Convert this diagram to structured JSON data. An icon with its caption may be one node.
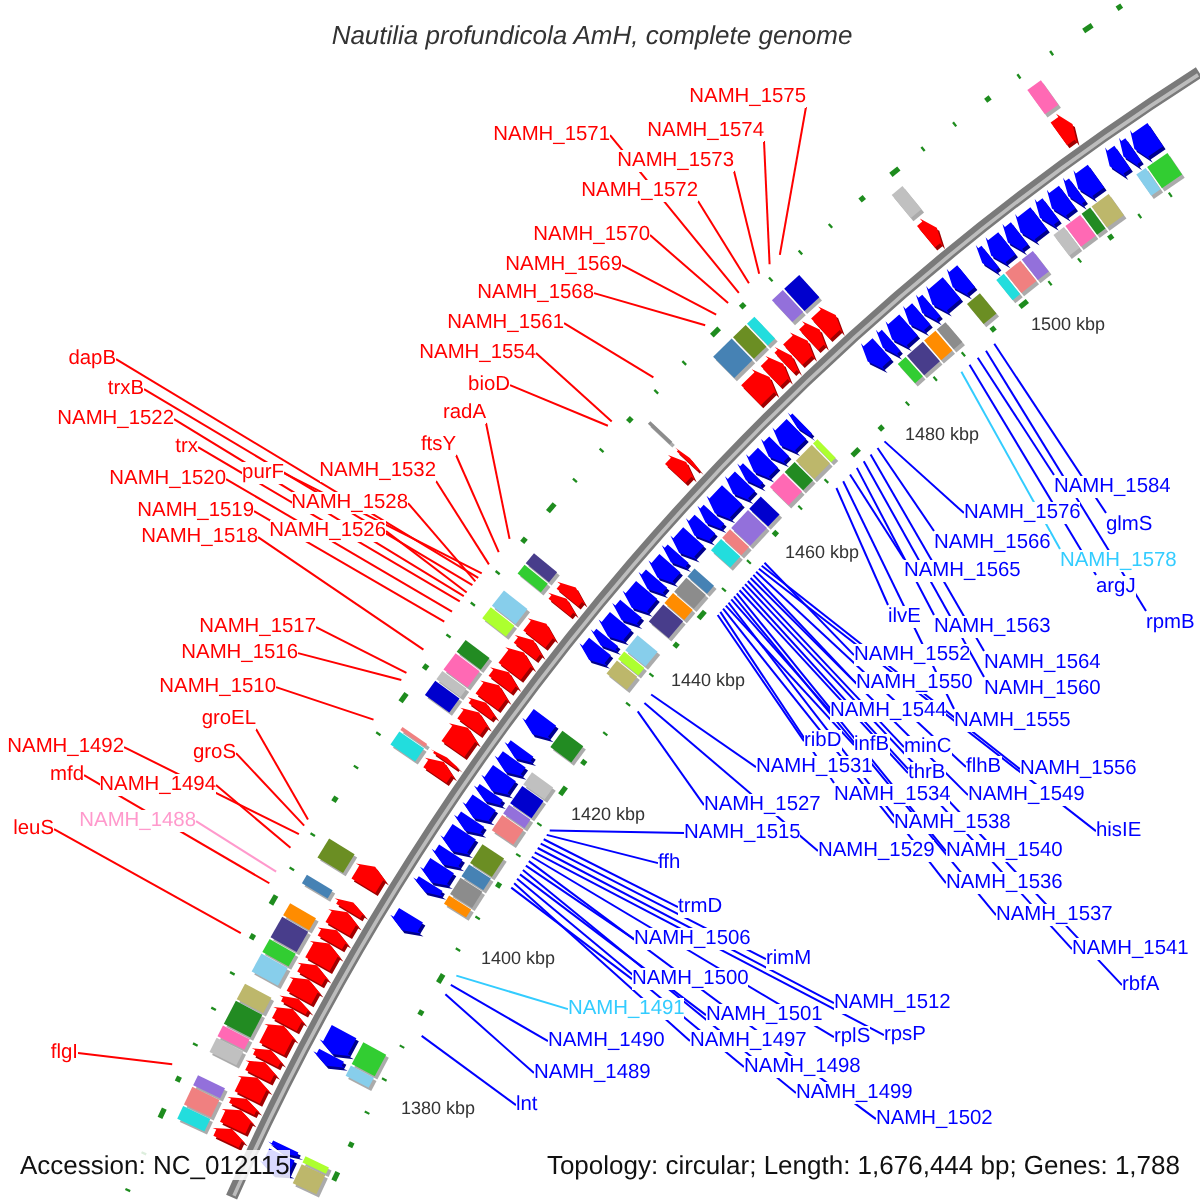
{
  "diagram": {
    "title": "Nautilia profundicola AmH, complete genome",
    "nodes": [
      {
        "text": [
          "NAMH_1575"
        ]
      },
      {
        "text": [
          "NAMH_1571"
        ]
      },
      {
        "text": [
          "NAMH_1574"
        ]
      },
      {
        "text": [
          "NAMH_1573"
        ]
      },
      {
        "text": [
          "NAMH_1572"
        ]
      },
      {
        "text": [
          "NAMH_1570"
        ]
      },
      {
        "text": [
          "NAMH_1569"
        ]
      },
      {
        "text": [
          "NAMH_1568"
        ]
      },
      {
        "text": [
          "NAMH_1561"
        ]
      },
      {
        "text": [
          "NAMH_1554"
        ]
      },
      {
        "text": [
          "bioD"
        ]
      },
      {
        "text": [
          "radA"
        ]
      },
      {
        "text": [
          "ftsY"
        ]
      },
      {
        "text": [
          "NAMH_1532"
        ]
      },
      {
        "text": [
          "dapB"
        ]
      },
      {
        "text": [
          "trxB"
        ]
      },
      {
        "text": [
          "NAMH_1522"
        ]
      },
      {
        "text": [
          "trx"
        ]
      },
      {
        "text": [
          "purF"
        ]
      },
      {
        "text": [
          "NAMH_1520"
        ]
      },
      {
        "text": [
          "NAMH_1528"
        ]
      },
      {
        "text": [
          "NAMH_1519"
        ]
      },
      {
        "text": [
          "NAMH_1526"
        ]
      },
      {
        "text": [
          "NAMH_1518"
        ]
      },
      {
        "text": [
          "NAMH_1517"
        ]
      },
      {
        "text": [
          "NAMH_1516"
        ]
      },
      {
        "text": [
          "NAMH_1510"
        ]
      },
      {
        "text": [
          "groEL"
        ]
      },
      {
        "text": [
          "NAMH_1492"
        ]
      },
      {
        "text": [
          "groS"
        ]
      },
      {
        "text": [
          "mfd"
        ]
      },
      {
        "text": [
          "NAMH_1494"
        ]
      },
      {
        "text": [
          "NAMH_1488"
        ]
      },
      {
        "text": [
          "leuS"
        ]
      },
      {
        "text": [
          "flgI"
        ]
      },
      {
        "text": [
          "NAMH_1584"
        ]
      },
      {
        "text": [
          "NAMH_1576"
        ]
      },
      {
        "text": [
          "glmS"
        ]
      },
      {
        "text": [
          "NAMH_1566"
        ]
      },
      {
        "text": [
          "NAMH_1578"
        ]
      },
      {
        "text": [
          "argJ"
        ]
      },
      {
        "text": [
          "NAMH_1565"
        ]
      },
      {
        "text": [
          "rpmB"
        ]
      },
      {
        "text": [
          "ilvE"
        ]
      },
      {
        "text": [
          "NAMH_1563"
        ]
      },
      {
        "text": [
          "NAMH_1552"
        ]
      },
      {
        "text": [
          "NAMH_1564"
        ]
      },
      {
        "text": [
          "NAMH_1550"
        ]
      },
      {
        "text": [
          "NAMH_1560"
        ]
      },
      {
        "text": [
          "NAMH_1544"
        ]
      },
      {
        "text": [
          "NAMH_1555"
        ]
      },
      {
        "text": [
          "ribD"
        ]
      },
      {
        "text": [
          "infB"
        ]
      },
      {
        "text": [
          "minC"
        ]
      },
      {
        "text": [
          "flhB"
        ]
      },
      {
        "text": [
          "NAMH_1556"
        ]
      },
      {
        "text": [
          "NAMH_1531"
        ]
      },
      {
        "text": [
          "thrB"
        ]
      },
      {
        "text": [
          "NAMH_1549"
        ]
      },
      {
        "text": [
          "NAMH_1527"
        ]
      },
      {
        "text": [
          "NAMH_1534"
        ]
      },
      {
        "text": [
          "hisIE"
        ]
      },
      {
        "text": [
          "NAMH_1538"
        ]
      },
      {
        "text": [
          "NAMH_1515"
        ]
      },
      {
        "text": [
          "NAMH_1540"
        ]
      },
      {
        "text": [
          "NAMH_1529"
        ]
      },
      {
        "text": [
          "ffh"
        ]
      },
      {
        "text": [
          "NAMH_1536"
        ]
      },
      {
        "text": [
          "NAMH_1537"
        ]
      },
      {
        "text": [
          "trmD"
        ]
      },
      {
        "text": [
          "NAMH_1541"
        ]
      },
      {
        "text": [
          "NAMH_1506"
        ]
      },
      {
        "text": [
          "rimM"
        ]
      },
      {
        "text": [
          "rbfA"
        ]
      },
      {
        "text": [
          "NAMH_1500"
        ]
      },
      {
        "text": [
          "NAMH_1512"
        ]
      },
      {
        "text": [
          "NAMH_1491"
        ]
      },
      {
        "text": [
          "NAMH_1501"
        ]
      },
      {
        "text": [
          "NAMH_1490"
        ]
      },
      {
        "text": [
          "NAMH_1497"
        ]
      },
      {
        "text": [
          "rplS"
        ]
      },
      {
        "text": [
          "rpsP"
        ]
      },
      {
        "text": [
          "NAMH_1498"
        ]
      },
      {
        "text": [
          "NAMH_1489"
        ]
      },
      {
        "text": [
          "NAMH_1499"
        ]
      },
      {
        "text": [
          "lnt"
        ]
      },
      {
        "text": [
          "NAMH_1502"
        ]
      }
    ],
    "edges": [
      {
        "from": 0,
        "to": null,
        "arrow": "none",
        "color": "#ff0000"
      },
      {
        "from": 1,
        "to": null,
        "arrow": "none",
        "color": "#ff0000"
      },
      {
        "from": 2,
        "to": null,
        "arrow": "none",
        "color": "#ff0000"
      },
      {
        "from": 3,
        "to": null,
        "arrow": "none",
        "color": "#ff0000"
      },
      {
        "from": 4,
        "to": null,
        "arrow": "none",
        "color": "#ff0000"
      },
      {
        "from": 5,
        "to": null,
        "arrow": "none",
        "color": "#ff0000"
      },
      {
        "from": 6,
        "to": null,
        "arrow": "none",
        "color": "#ff0000"
      },
      {
        "from": 7,
        "to": null,
        "arrow": "none",
        "color": "#ff0000"
      },
      {
        "from": 8,
        "to": null,
        "arrow": "none",
        "color": "#ff0000"
      },
      {
        "from": 9,
        "to": null,
        "arrow": "none",
        "color": "#ff0000"
      },
      {
        "from": 10,
        "to": null,
        "arrow": "none",
        "color": "#ff0000"
      },
      {
        "from": 11,
        "to": null,
        "arrow": "none",
        "color": "#ff0000"
      },
      {
        "from": 12,
        "to": null,
        "arrow": "none",
        "color": "#ff0000"
      },
      {
        "from": 13,
        "to": null,
        "arrow": "none",
        "color": "#ff0000"
      },
      {
        "from": 14,
        "to": null,
        "arrow": "none",
        "color": "#ff0000"
      },
      {
        "from": 15,
        "to": null,
        "arrow": "none",
        "color": "#ff0000"
      },
      {
        "from": 16,
        "to": null,
        "arrow": "none",
        "color": "#ff0000"
      },
      {
        "from": 17,
        "to": null,
        "arrow": "none",
        "color": "#ff0000"
      },
      {
        "from": 18,
        "to": null,
        "arrow": "none",
        "color": "#ff0000"
      },
      {
        "from": 19,
        "to": null,
        "arrow": "none",
        "color": "#ff0000"
      },
      {
        "from": 20,
        "to": null,
        "arrow": "none",
        "color": "#ff0000"
      },
      {
        "from": 21,
        "to": null,
        "arrow": "none",
        "color": "#ff0000"
      },
      {
        "from": 22,
        "to": null,
        "arrow": "none",
        "color": "#ff0000"
      },
      {
        "from": 23,
        "to": null,
        "arrow": "none",
        "color": "#ff0000"
      },
      {
        "from": 24,
        "to": null,
        "arrow": "none",
        "color": "#ff0000"
      },
      {
        "from": 25,
        "to": null,
        "arrow": "none",
        "color": "#ff0000"
      },
      {
        "from": 26,
        "to": null,
        "arrow": "none",
        "color": "#ff0000"
      },
      {
        "from": 27,
        "to": null,
        "arrow": "none",
        "color": "#ff0000"
      },
      {
        "from": 28,
        "to": null,
        "arrow": "none",
        "color": "#ff0000"
      },
      {
        "from": 29,
        "to": null,
        "arrow": "none",
        "color": "#ff0000"
      },
      {
        "from": 30,
        "to": null,
        "arrow": "none",
        "color": "#ff0000"
      },
      {
        "from": 31,
        "to": null,
        "arrow": "none",
        "color": "#ff0000"
      },
      {
        "from": 32,
        "to": null,
        "arrow": "none",
        "color": "#ff99cc"
      },
      {
        "from": 33,
        "to": null,
        "arrow": "none",
        "color": "#ff0000"
      },
      {
        "from": 34,
        "to": null,
        "arrow": "none",
        "color": "#ff0000"
      },
      {
        "from": 35,
        "to": null,
        "arrow": "none"
      },
      {
        "from": 36,
        "to": null,
        "arrow": "none"
      },
      {
        "from": 37,
        "to": null,
        "arrow": "none"
      },
      {
        "from": 38,
        "to": null,
        "arrow": "none"
      },
      {
        "from": 39,
        "to": null,
        "arrow": "none",
        "color": "#33ccff"
      },
      {
        "from": 40,
        "to": null,
        "arrow": "none"
      },
      {
        "from": 41,
        "to": null,
        "arrow": "none"
      },
      {
        "from": 42,
        "to": null,
        "arrow": "none"
      },
      {
        "from": 43,
        "to": null,
        "arrow": "none"
      },
      {
        "from": 44,
        "to": null,
        "arrow": "none"
      },
      {
        "from": 45,
        "to": null,
        "arrow": "none"
      },
      {
        "from": 46,
        "to": null,
        "arrow": "none"
      },
      {
        "from": 47,
        "to": null,
        "arrow": "none"
      },
      {
        "from": 48,
        "to": null,
        "arrow": "none"
      },
      {
        "from": 49,
        "to": null,
        "arrow": "none"
      },
      {
        "from": 50,
        "to": null,
        "arrow": "none"
      },
      {
        "from": 51,
        "to": null,
        "arrow": "none"
      },
      {
        "from": 52,
        "to": null,
        "arrow": "none"
      },
      {
        "from": 53,
        "to": null,
        "arrow": "none"
      },
      {
        "from": 54,
        "to": null,
        "arrow": "none"
      },
      {
        "from": 55,
        "to": null,
        "arrow": "none"
      },
      {
        "from": 56,
        "to": null,
        "arrow": "none"
      },
      {
        "from": 57,
        "to": null,
        "arrow": "none"
      },
      {
        "from": 58,
        "to": null,
        "arrow": "none"
      },
      {
        "from": 59,
        "to": null,
        "arrow": "none"
      },
      {
        "from": 60,
        "to": null,
        "arrow": "none"
      },
      {
        "from": 61,
        "to": null,
        "arrow": "none"
      },
      {
        "from": 62,
        "to": null,
        "arrow": "none"
      },
      {
        "from": 63,
        "to": null,
        "arrow": "none"
      },
      {
        "from": 64,
        "to": null,
        "arrow": "none"
      },
      {
        "from": 65,
        "to": null,
        "arrow": "none"
      },
      {
        "from": 66,
        "to": null,
        "arrow": "none"
      },
      {
        "from": 67,
        "to": null,
        "arrow": "none"
      },
      {
        "from": 68,
        "to": null,
        "arrow": "none"
      },
      {
        "from": 69,
        "to": null,
        "arrow": "none"
      },
      {
        "from": 70,
        "to": null,
        "arrow": "none"
      },
      {
        "from": 71,
        "to": null,
        "arrow": "none"
      },
      {
        "from": 72,
        "to": null,
        "arrow": "none"
      },
      {
        "from": 73,
        "to": null,
        "arrow": "none"
      },
      {
        "from": 74,
        "to": null,
        "arrow": "none"
      },
      {
        "from": 75,
        "to": null,
        "arrow": "none"
      },
      {
        "from": 76,
        "to": null,
        "arrow": "none",
        "color": "#33ccff"
      },
      {
        "from": 77,
        "to": null,
        "arrow": "none"
      },
      {
        "from": 78,
        "to": null,
        "arrow": "none"
      },
      {
        "from": 79,
        "to": null,
        "arrow": "none"
      },
      {
        "from": 80,
        "to": null,
        "arrow": "none"
      },
      {
        "from": 81,
        "to": null,
        "arrow": "none"
      },
      {
        "from": 82,
        "to": null,
        "arrow": "none"
      },
      {
        "from": 83,
        "to": null,
        "arrow": "none"
      },
      {
        "from": 84,
        "to": null,
        "arrow": "none"
      },
      {
        "from": 85,
        "to": null,
        "arrow": "none"
      },
      {
        "from": 86,
        "to": null,
        "arrow": "none"
      }
    ],
    "labels": [
      "1500 kbp",
      "1480 kbp",
      "1460 kbp",
      "1440 kbp",
      "1420 kbp",
      "1400 kbp",
      "1380 kbp",
      "Accession: NC_012115",
      "Topology: circular; Length: 1,676,444 bp; Genes: 1,788"
    ]
  }
}
